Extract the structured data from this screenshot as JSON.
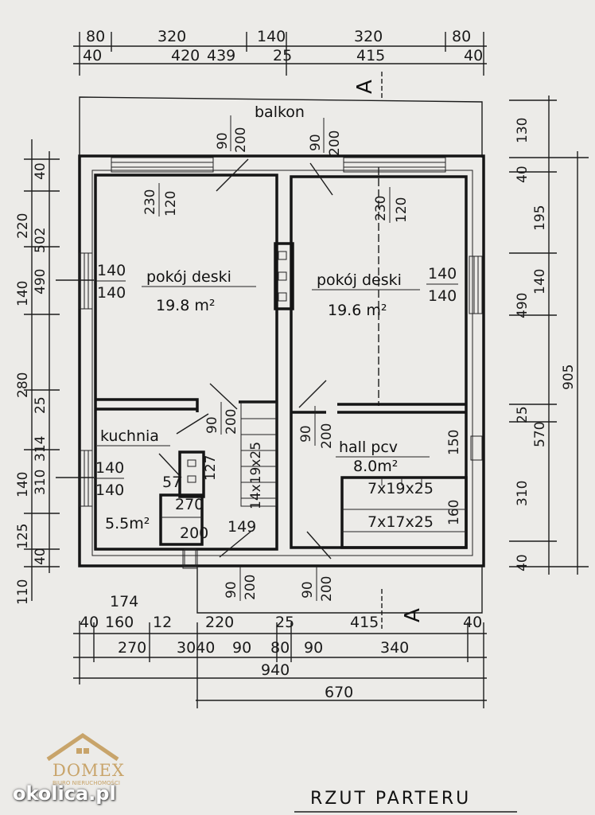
{
  "plan": {
    "title": "RZUT PARTERU",
    "section_label": "A",
    "balcony": "balkon",
    "rooms": [
      {
        "name": "pokój deski",
        "area": "19.8 m²"
      },
      {
        "name": "pokój deski",
        "area": "19.6 m²"
      },
      {
        "name": "kuchnia",
        "area": "5.5m²"
      },
      {
        "name": "hall pcv",
        "area": "8.0m²"
      }
    ],
    "window_dims": {
      "balcony_door_left": [
        "90",
        "200"
      ],
      "balcony_door_right": [
        "90",
        "200"
      ],
      "room_left_window": [
        "230",
        "120"
      ],
      "room_right_window": [
        "230",
        "120"
      ],
      "left_side_window": [
        "140",
        "140"
      ],
      "right_side_window": [
        "140",
        "140"
      ],
      "kitchen_window": [
        "140",
        "140"
      ],
      "kitchen_door": [
        "90",
        "200"
      ],
      "hall_door": [
        "90",
        "200"
      ],
      "bottom_door_left": [
        "90",
        "200"
      ],
      "bottom_door_right": [
        "90",
        "200"
      ]
    },
    "stairs": [
      "14x19x25",
      "7x19x25",
      "7x17x25"
    ],
    "hall_extra": [
      "150",
      "160"
    ],
    "kitchen_marks": [
      "57",
      "127",
      "270",
      "200",
      "149"
    ],
    "top_dims_row1": [
      "80",
      "320",
      "140",
      "320",
      "80"
    ],
    "top_dims_row2": [
      "40",
      "420",
      "439",
      "25",
      "415",
      "40"
    ],
    "left_dims_outer": [
      "220",
      "140",
      "280",
      "140",
      "125",
      "110"
    ],
    "left_dims_inner": [
      "40",
      "490",
      "502",
      "25",
      "310",
      "314",
      "40"
    ],
    "right_dims_inner": [
      "130",
      "40",
      "195",
      "140",
      "490",
      "25",
      "570",
      "310",
      "40"
    ],
    "right_dims_outer": [
      "905"
    ],
    "bottom_row1": [
      "174",
      "40",
      "160",
      "12",
      "220",
      "25",
      "415",
      "40"
    ],
    "bottom_row2": [
      "270",
      "3040",
      "90",
      "80",
      "90",
      "340"
    ],
    "bottom_row3": [
      "940"
    ],
    "bottom_row4": [
      "670"
    ]
  },
  "watermark": {
    "brand": "DOMEX",
    "brand_sub": "BIURO NIERUCHOMOŚCI",
    "site": "okolica.pl"
  },
  "colors": {
    "paper": "#ecebe8",
    "ink": "#151515",
    "logo": "#c8a46a"
  }
}
